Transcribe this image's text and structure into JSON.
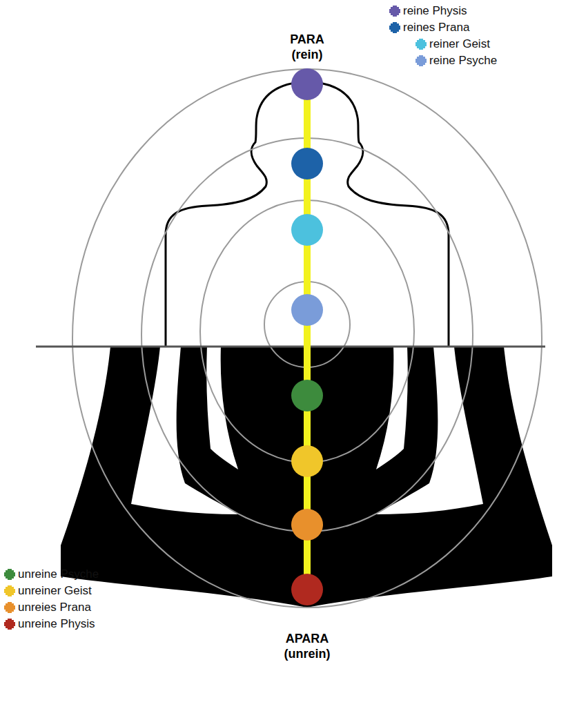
{
  "diagram": {
    "labels": [
      "PARA (rein)",
      "APARA (unrein)"
    ],
    "legend": [
      {
        "text": "reine Physis",
        "color": "#6659a9"
      },
      {
        "text": "reines Prana",
        "color": "#1d62a8"
      },
      {
        "text": "reiner Geist",
        "color": "#4cc1de"
      },
      {
        "text": "reine Psyche",
        "color": "#7a9cd9"
      },
      {
        "text": "unreine Psyche",
        "color": "#3d8b3d"
      },
      {
        "text": "unreiner Geist",
        "color": "#f0c62a"
      },
      {
        "text": "unreies Prana",
        "color": "#e8902c"
      },
      {
        "text": "unreine Physis",
        "color": "#b0291f"
      }
    ]
  }
}
